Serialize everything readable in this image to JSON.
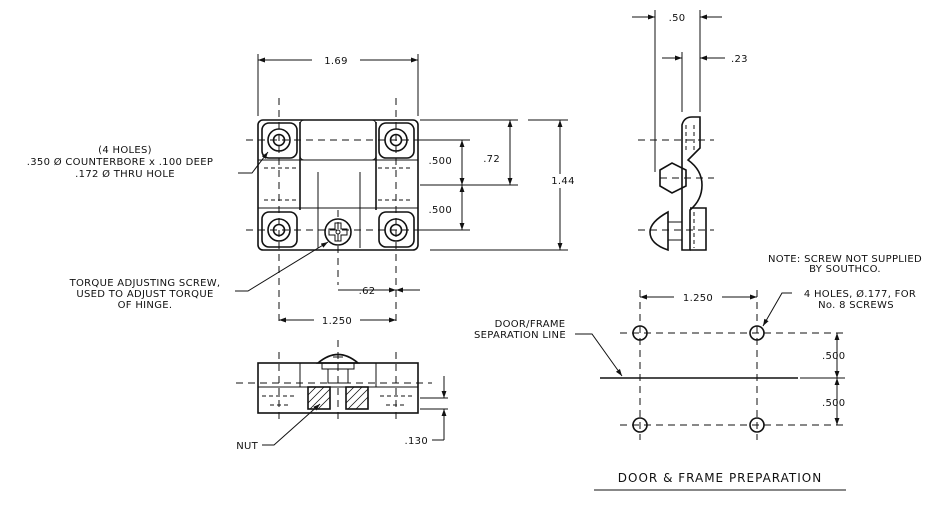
{
  "top_view": {
    "dim_width": "1.69",
    "dim_pitch_1": ".500",
    "dim_pitch_2": ".500",
    "dim_72": ".72",
    "dim_height": "1.44",
    "dim_screw_offset": ".62",
    "dim_hole_spacing": "1.250",
    "holes_note": {
      "line1": "(4 HOLES)",
      "line2": ".350 Ø COUNTERBORE x .100 DEEP",
      "line3": ".172 Ø THRU HOLE"
    },
    "torque_note": {
      "line1": "TORQUE ADJUSTING SCREW,",
      "line2": "USED TO ADJUST TORQUE",
      "line3": "OF HINGE."
    }
  },
  "front_view": {
    "nut_label": "NUT",
    "dim_thickness": ".130"
  },
  "side_view": {
    "dim_50": ".50",
    "dim_23": ".23"
  },
  "note": {
    "line1": "NOTE: SCREW NOT SUPPLIED",
    "line2": "BY SOUTHCO."
  },
  "prep": {
    "dim_spacing": "1.250",
    "holes_line1": "4 HOLES, Ø.177, FOR",
    "holes_line2": "No. 8 SCREWS",
    "separation_line1": "DOOR/FRAME",
    "separation_line2": "SEPARATION LINE",
    "dim_500_a": ".500",
    "dim_500_b": ".500",
    "title": "DOOR & FRAME PREPARATION"
  }
}
